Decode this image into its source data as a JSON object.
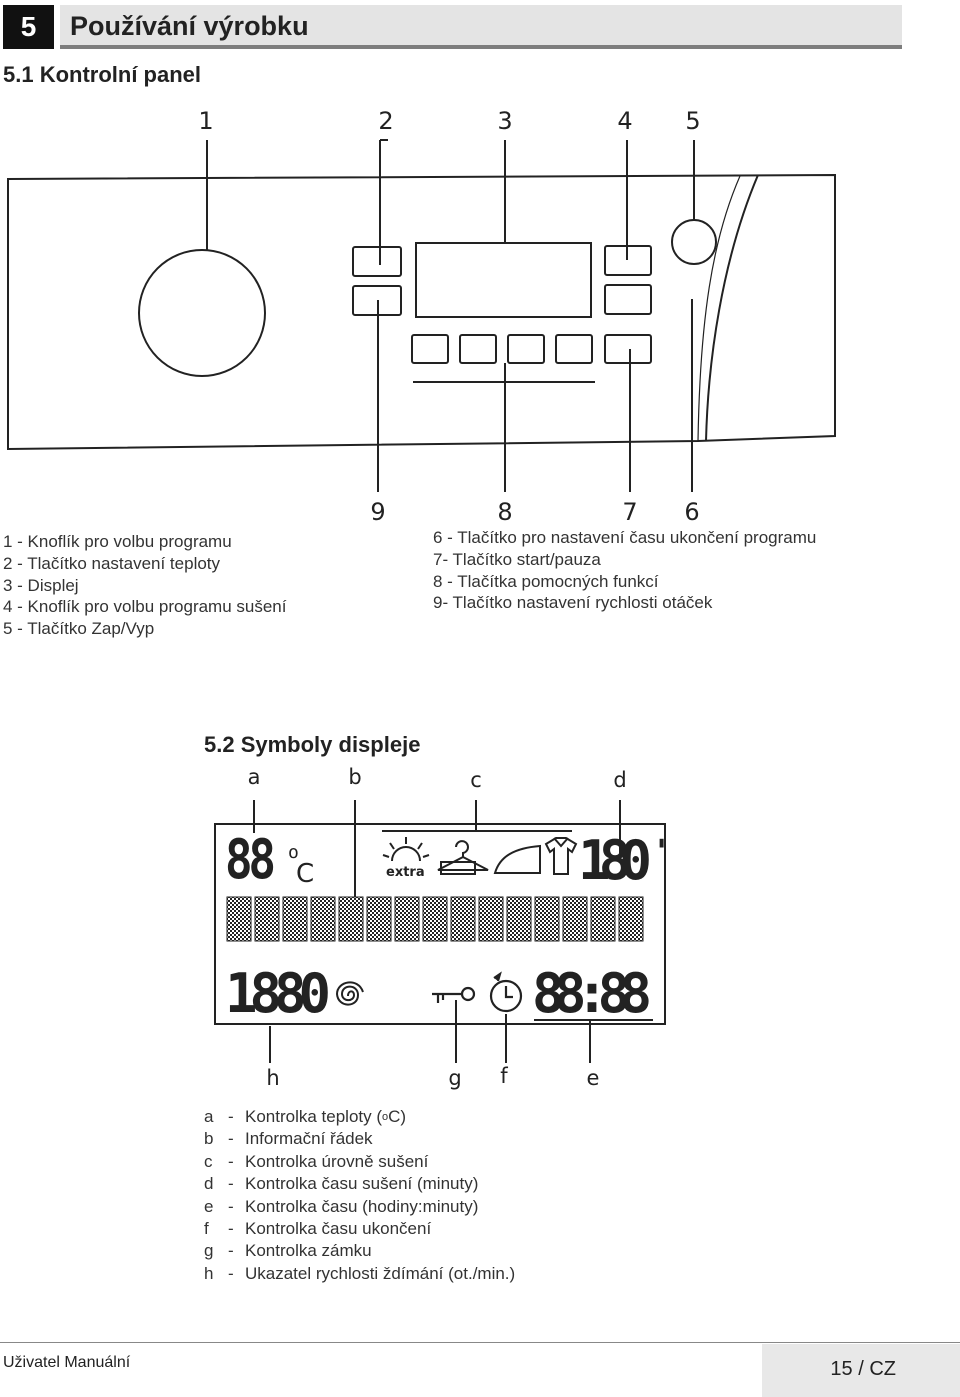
{
  "header": {
    "section_number": "5",
    "section_title": "Používání výrobku"
  },
  "panel": {
    "subheading": "5.1 Kontrolní panel",
    "top_numbers": [
      "1",
      "2",
      "3",
      "4",
      "5"
    ],
    "bottom_numbers": [
      "9",
      "8",
      "7",
      "6"
    ],
    "legend_left": [
      "1 - Knoflík pro volbu programu",
      "2 - Tlačítko nastavení teploty",
      "3 - Displej",
      "4 - Knoflík pro volbu programu sušení",
      "5 - Tlačítko Zap/Vyp"
    ],
    "legend_right": [
      "6 - Tlačítko pro nastavení času ukončení programu",
      "7- Tlačítko start/pauza",
      "8 - Tlačítka pomocných funkcí",
      "9- Tlačítko nastavení rychlosti otáček"
    ]
  },
  "display": {
    "subheading": "5.2 Symboly displeje",
    "top_letters": [
      "a",
      "b",
      "c",
      "d"
    ],
    "bottom_letters": [
      "h",
      "g",
      "f",
      "e"
    ],
    "temp_digits": "88",
    "temp_unit_deg": "o",
    "temp_unit_c": "C",
    "extra_label": "extra",
    "dry_time_digits": "180",
    "dry_time_mark": "'",
    "spin_digits": "1880",
    "clock_digits": "88:88",
    "legend": [
      {
        "key": "a",
        "dash": "-",
        "text": "Kontrolka teploty (",
        "sup": "o",
        "tail": "C)"
      },
      {
        "key": "b",
        "dash": "-",
        "text": "Informační řádek"
      },
      {
        "key": "c",
        "dash": "-",
        "text": "Kontrolka úrovně sušení"
      },
      {
        "key": "d",
        "dash": "-",
        "text": "Kontrolka času sušení (minuty)"
      },
      {
        "key": "e",
        "dash": "-",
        "text": "Kontrolka času (hodiny:minuty)"
      },
      {
        "key": "f",
        "dash": "-",
        "text": "Kontrolka času ukončení"
      },
      {
        "key": "g",
        "dash": "-",
        "text": "Kontrolka zámku"
      },
      {
        "key": "h",
        "dash": "-",
        "text": "Ukazatel rychlosti ždímání (ot./min.)"
      }
    ]
  },
  "footer": {
    "left": "Uživatel Manuální",
    "page": "15 / CZ"
  }
}
